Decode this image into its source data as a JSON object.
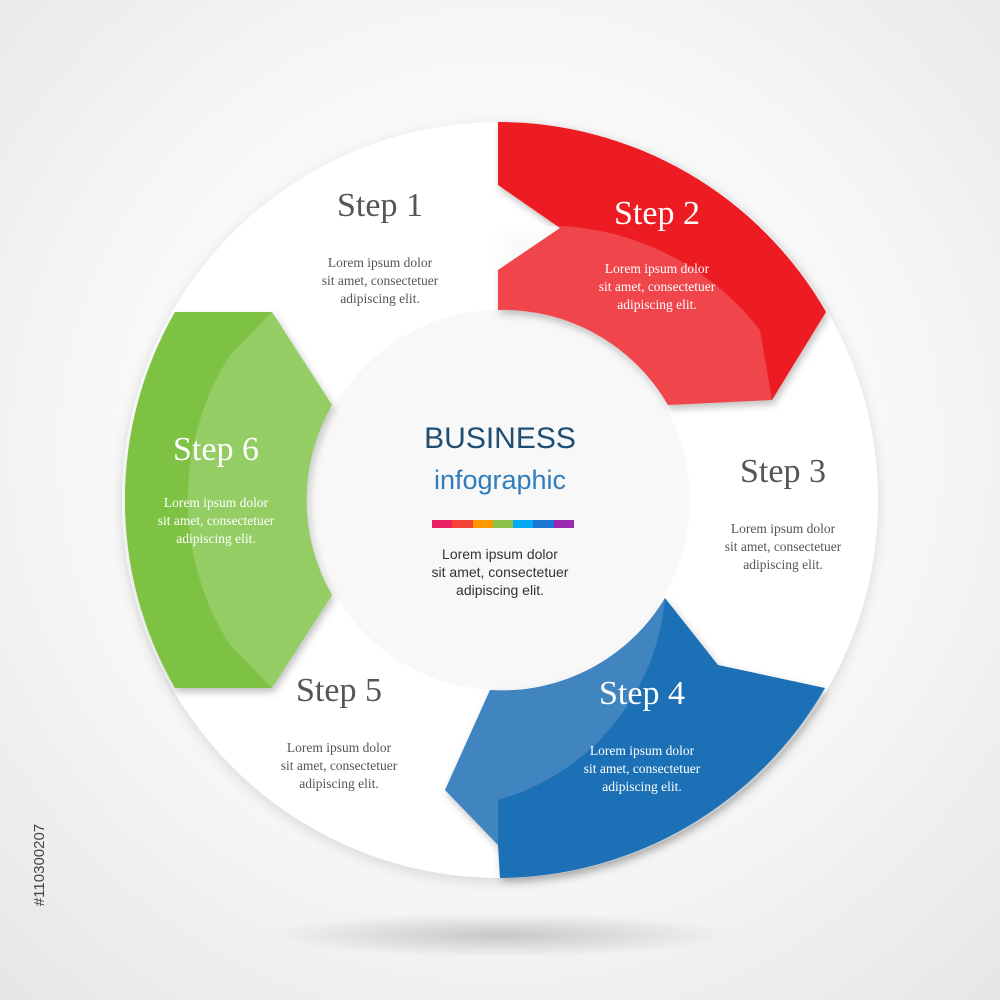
{
  "center": {
    "title": "BUSINESS",
    "subtitle": "infographic",
    "text": [
      "Lorem ipsum dolor",
      "sit amet, consectetuer",
      "adipiscing elit."
    ],
    "bar_colors": [
      "#e91e63",
      "#f44336",
      "#ff9800",
      "#8bc34a",
      "#03a9f4",
      "#1976d2",
      "#9c27b0"
    ]
  },
  "steps": [
    {
      "title": "Step 1",
      "text": [
        "Lorem ipsum dolor",
        "sit amet, consectetuer",
        "adipiscing elit."
      ],
      "color": "#ffffff"
    },
    {
      "title": "Step 2",
      "text": [
        "Lorem ipsum dolor",
        "sit amet, consectetuer",
        "adipiscing elit."
      ],
      "color": "#ec1c24"
    },
    {
      "title": "Step 3",
      "text": [
        "Lorem ipsum dolor",
        "sit amet, consectetuer",
        "adipiscing elit."
      ],
      "color": "#ffffff"
    },
    {
      "title": "Step 4",
      "text": [
        "Lorem ipsum dolor",
        "sit amet, consectetuer",
        "adipiscing elit."
      ],
      "color": "#1e6fb6"
    },
    {
      "title": "Step 5",
      "text": [
        "Lorem ipsum dolor",
        "sit amet, consectetuer",
        "adipiscing elit."
      ],
      "color": "#ffffff"
    },
    {
      "title": "Step 6",
      "text": [
        "Lorem ipsum dolor",
        "sit amet, consectetuer",
        "adipiscing elit."
      ],
      "color": "#7dc242"
    }
  ],
  "watermark": "#110300207"
}
